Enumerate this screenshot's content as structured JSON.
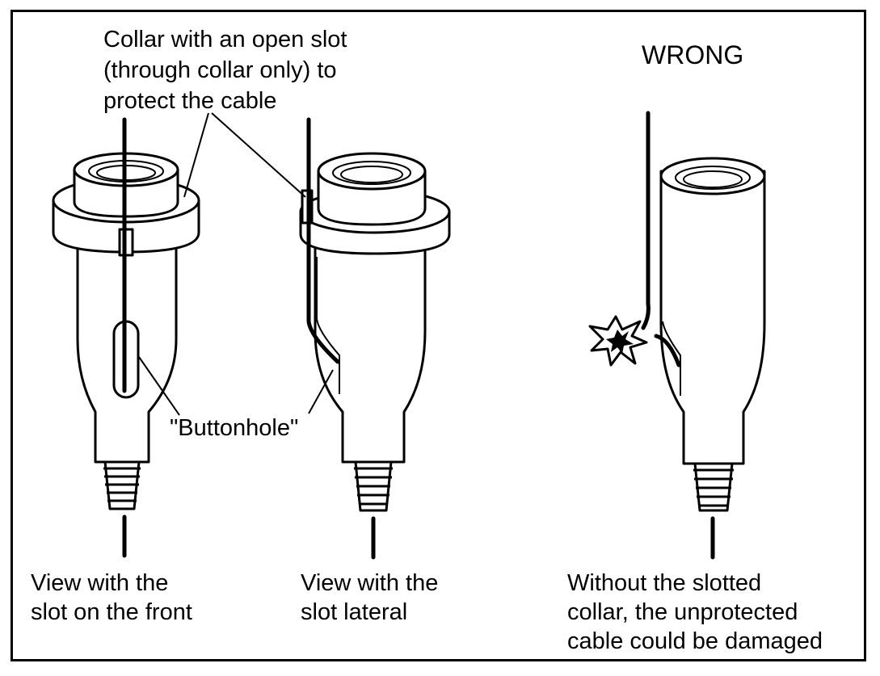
{
  "labels": {
    "collar_note": [
      "Collar with an open slot",
      "(through collar only) to",
      "protect the cable"
    ],
    "wrong": "WRONG",
    "buttonhole": "\"Buttonhole\"",
    "view_front": [
      "View with the",
      "slot on the front"
    ],
    "view_lateral": [
      "View with the",
      "slot lateral"
    ],
    "without": [
      "Without the slotted",
      "collar, the unprotected",
      "cable could be damaged"
    ]
  },
  "colors": {
    "ink": "#000000",
    "paper": "#ffffff"
  }
}
